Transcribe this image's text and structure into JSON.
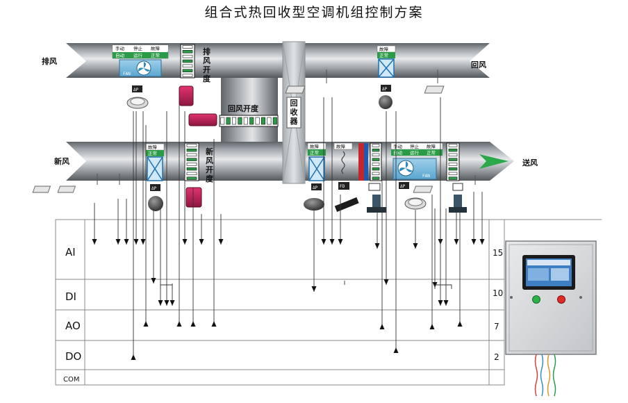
{
  "title": "组合式热回收型空调机组控制方案",
  "labels": {
    "exhaust_air": "排风",
    "return_air": "回风",
    "fresh_air": "新风",
    "supply_air": "送风",
    "exhaust_damper": "排风开度",
    "return_damper": "回风开度",
    "fresh_damper": "新风开度",
    "heat_recovery": "回收器"
  },
  "panels": {
    "manual": "手动",
    "stop": "停止",
    "fault": "故障",
    "auto": "自动",
    "run": "运行",
    "normal": "正常"
  },
  "devices": {
    "fan": "FAN",
    "dp": "ΔP",
    "fd": "FD"
  },
  "io_rows": [
    {
      "name": "AI",
      "count": "15"
    },
    {
      "name": "DI",
      "count": "10"
    },
    {
      "name": "AO",
      "count": "7"
    },
    {
      "name": "DO",
      "count": "2"
    },
    {
      "name": "COM",
      "count": ""
    }
  ]
}
